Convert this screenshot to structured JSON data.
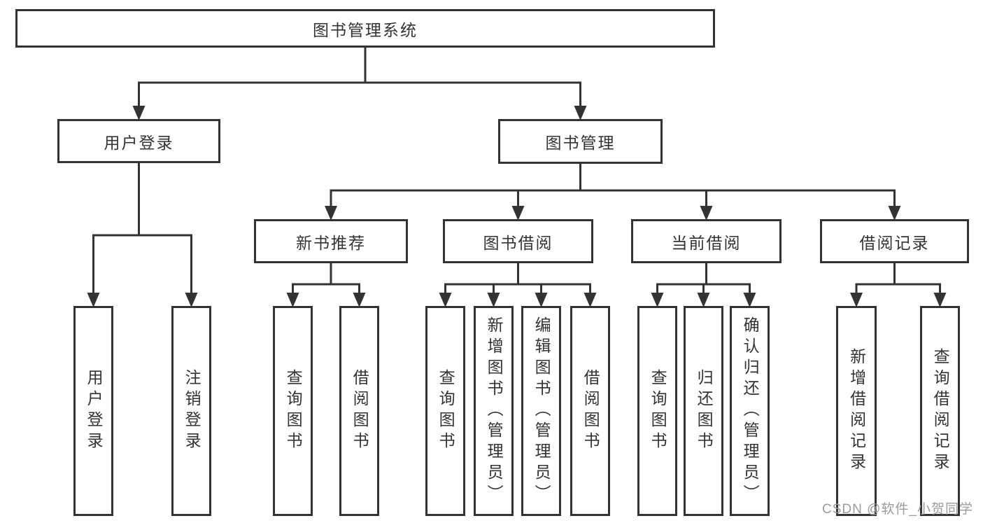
{
  "diagram": {
    "title": "图书管理系统",
    "watermark": "CSDN @软件_小贺同学",
    "colors": {
      "line": "#333333",
      "box_border": "#333333",
      "box_bg": "#ffffff",
      "text": "#333333",
      "watermark_text": "#9b9b9b"
    },
    "nodes": [
      {
        "id": "root",
        "parent": null,
        "label": "图书管理系统",
        "text_direction": "horizontal"
      },
      {
        "id": "login",
        "parent": "root",
        "label": "用户登录",
        "text_direction": "horizontal"
      },
      {
        "id": "mgmt",
        "parent": "root",
        "label": "图书管理",
        "text_direction": "horizontal"
      },
      {
        "id": "rec",
        "parent": "mgmt",
        "label": "新书推荐",
        "text_direction": "horizontal"
      },
      {
        "id": "borrow",
        "parent": "mgmt",
        "label": "图书借阅",
        "text_direction": "horizontal"
      },
      {
        "id": "current",
        "parent": "mgmt",
        "label": "当前借阅",
        "text_direction": "horizontal"
      },
      {
        "id": "records",
        "parent": "mgmt",
        "label": "借阅记录",
        "text_direction": "horizontal"
      },
      {
        "id": "login-do",
        "parent": "login",
        "label": "用户登录",
        "text_direction": "vertical"
      },
      {
        "id": "login-out",
        "parent": "login",
        "label": "注销登录",
        "text_direction": "vertical"
      },
      {
        "id": "rec-query",
        "parent": "rec",
        "label": "查询图书",
        "text_direction": "vertical"
      },
      {
        "id": "rec-borrow",
        "parent": "rec",
        "label": "借阅图书",
        "text_direction": "vertical"
      },
      {
        "id": "borrow-query",
        "parent": "borrow",
        "label": "查询图书",
        "text_direction": "vertical"
      },
      {
        "id": "borrow-add",
        "parent": "borrow",
        "label": "新增图书（管理员）",
        "text_direction": "vertical"
      },
      {
        "id": "borrow-edit",
        "parent": "borrow",
        "label": "编辑图书（管理员）",
        "text_direction": "vertical"
      },
      {
        "id": "borrow-do",
        "parent": "borrow",
        "label": "借阅图书",
        "text_direction": "vertical"
      },
      {
        "id": "current-query",
        "parent": "current",
        "label": "查询图书",
        "text_direction": "vertical"
      },
      {
        "id": "current-return",
        "parent": "current",
        "label": "归还图书",
        "text_direction": "vertical"
      },
      {
        "id": "current-confirm",
        "parent": "current",
        "label": "确认归还（管理员）",
        "text_direction": "vertical"
      },
      {
        "id": "records-add",
        "parent": "records",
        "label": "新增借阅记录",
        "text_direction": "vertical"
      },
      {
        "id": "records-query",
        "parent": "records",
        "label": "查询借阅记录",
        "text_direction": "vertical"
      }
    ]
  }
}
